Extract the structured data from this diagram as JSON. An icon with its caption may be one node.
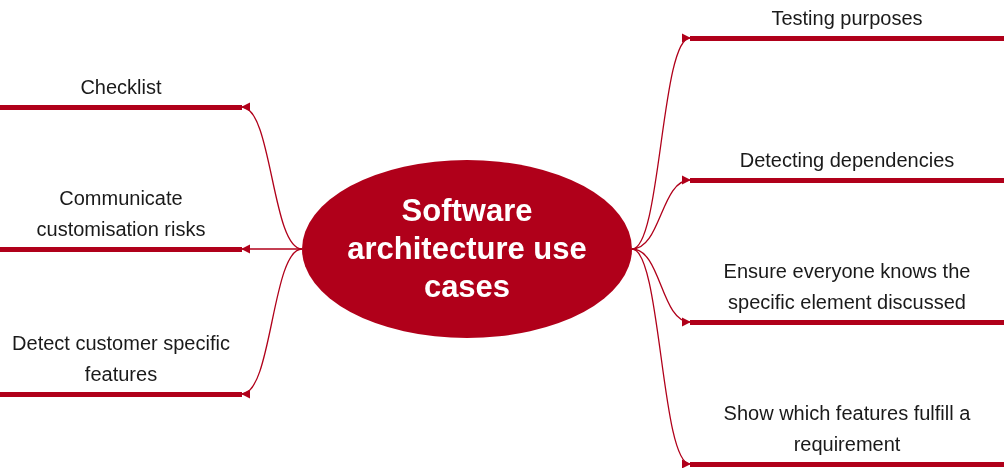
{
  "diagram": {
    "nodes": [
      {
        "text": [
          "Software architecture use cases"
        ]
      },
      {
        "text": [
          "Testing purposes"
        ]
      },
      {
        "text": [
          "Detecting dependencies"
        ]
      },
      {
        "text": [
          "Ensure everyone knows the specific element discussed"
        ]
      },
      {
        "text": [
          "Show which features fulfill a requirement"
        ]
      },
      {
        "text": [
          "Checklist"
        ]
      },
      {
        "text": [
          "Communicate customisation risks"
        ]
      },
      {
        "text": [
          "Detect customer specific features"
        ]
      }
    ],
    "edges": [
      {
        "from": 0,
        "to": 1,
        "arrow": "to"
      },
      {
        "from": 0,
        "to": 2,
        "arrow": "to"
      },
      {
        "from": 0,
        "to": 3,
        "arrow": "to"
      },
      {
        "from": 0,
        "to": 4,
        "arrow": "to"
      },
      {
        "from": 0,
        "to": 5,
        "arrow": "to"
      },
      {
        "from": 0,
        "to": 6,
        "arrow": "to"
      },
      {
        "from": 0,
        "to": 7,
        "arrow": "to"
      }
    ]
  }
}
